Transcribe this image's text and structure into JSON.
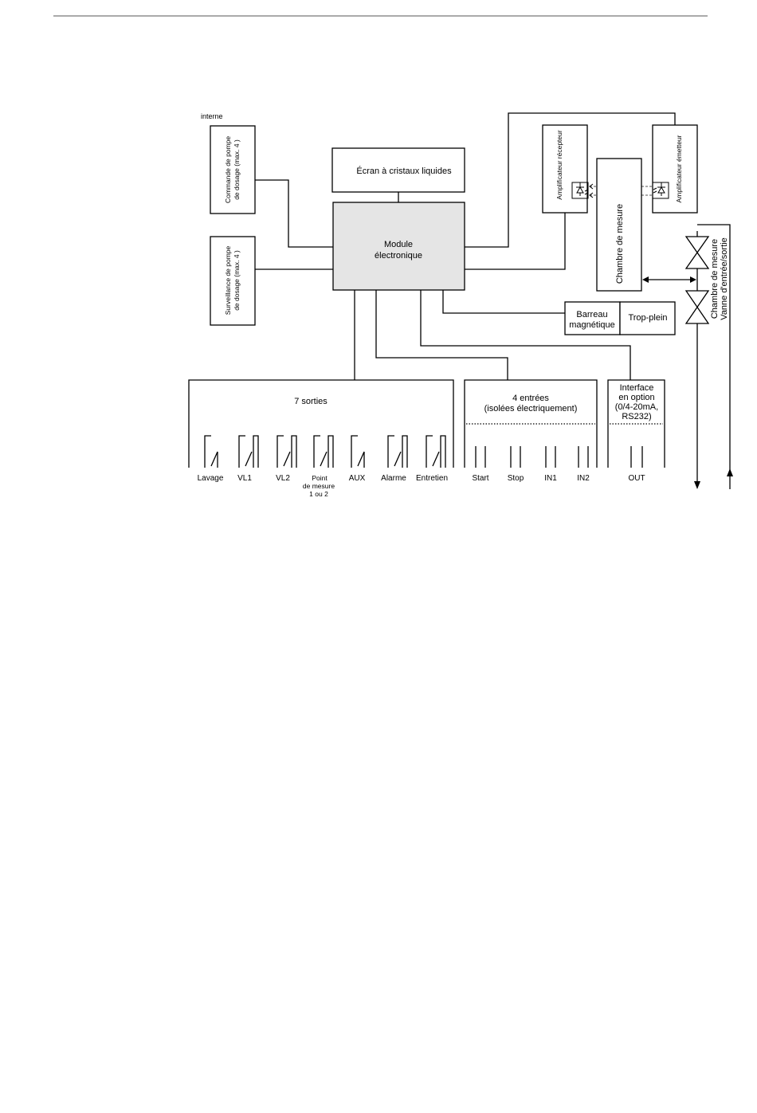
{
  "labels": {
    "interne": "interne",
    "commande_l1": "Commande de pompe",
    "commande_l2": "de dosage  (max. 4 )",
    "surveillance_l1": "Surveillance de pompe",
    "surveillance_l2": "de dosage (max. 4 )",
    "ecran": "Écran à cristaux liquides",
    "module_l1": "Module",
    "module_l2": "électronique",
    "ampli_recepteur": "Amplificateur récepteur",
    "ampli_emetteur": "Amplificateur émetteur",
    "chambre_mesure": "Chambre de mesure",
    "vanne_l1": "Chambre de mesure",
    "vanne_l2": "Vanne d'entrée/sortie",
    "barreau_l1": "Barreau",
    "barreau_l2": "magnétique",
    "trop_plein": "Trop-plein",
    "sorties_title": "7 sorties",
    "entrees_l1": "4 entrées",
    "entrees_l2": "(isolées électriquement)",
    "interface_l1": "Interface",
    "interface_l2": "en option",
    "interface_l3": "(0/4-20mA,",
    "interface_l4": "RS232)"
  },
  "outputs": [
    "Lavage",
    "VL1",
    "VL2",
    "Point",
    "AUX",
    "Alarme",
    "Entretien"
  ],
  "output_point_extra": [
    "de mesure",
    "1 ou 2"
  ],
  "inputs": [
    "Start",
    "Stop",
    "IN1",
    "IN2"
  ],
  "interface_outputs": [
    "OUT"
  ]
}
